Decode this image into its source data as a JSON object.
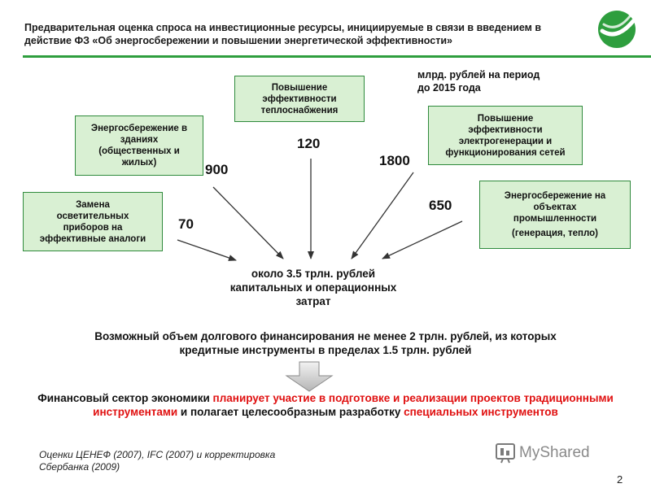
{
  "header": {
    "title": "Предварительная оценка спроса на инвестиционные ресурсы, инициируемые в связи в введением в действие ФЗ «Об энергосбережении и повышении энергетической эффективности»",
    "accent_color": "#2e9e3e"
  },
  "units_note": [
    "млрд. рублей на период",
    "до 2015 года"
  ],
  "boxes": {
    "lighting": {
      "lines": [
        "Замена",
        "осветительных",
        "приборов на",
        "эффективные аналоги"
      ],
      "value": "70"
    },
    "buildings": {
      "lines": [
        "Энергосбережение в",
        "зданиях",
        "(общественных и",
        "жилых)"
      ],
      "value": "900"
    },
    "heat": {
      "lines": [
        "Повышение",
        "эффективности",
        "теплоснабжения"
      ],
      "value": "120"
    },
    "power": {
      "lines": [
        "Повышение",
        "эффективности",
        "электрогенерации и",
        "функционирования сетей"
      ],
      "value": "1800"
    },
    "industry": {
      "lines": [
        "Энергосбережение на",
        "объектах",
        "промышленности",
        "(генерация, тепло)"
      ],
      "value": "650"
    }
  },
  "center": [
    "около 3.5 трлн. рублей",
    "капитальных и операционных",
    "затрат"
  ],
  "debt_text": "Возможный объем долгового финансирования не менее 2 трлн. рублей, из которых кредитные инструменты в пределах 1.5 трлн. рублей",
  "finance": {
    "part1": "Финансовый сектор экономики ",
    "part2": "планирует участие в подготовке и реализации проектов традиционными инструментами",
    "part3": " и полагает целесообразным разработку ",
    "part4": "специальных инструментов",
    "highlight_color": "#e01010"
  },
  "source": [
    "Оценки ЦЕНЕФ (2007), IFC (2007) и корректировка",
    "Сбербанка (2009)"
  ],
  "watermark": "MyShared",
  "page_number": "2"
}
